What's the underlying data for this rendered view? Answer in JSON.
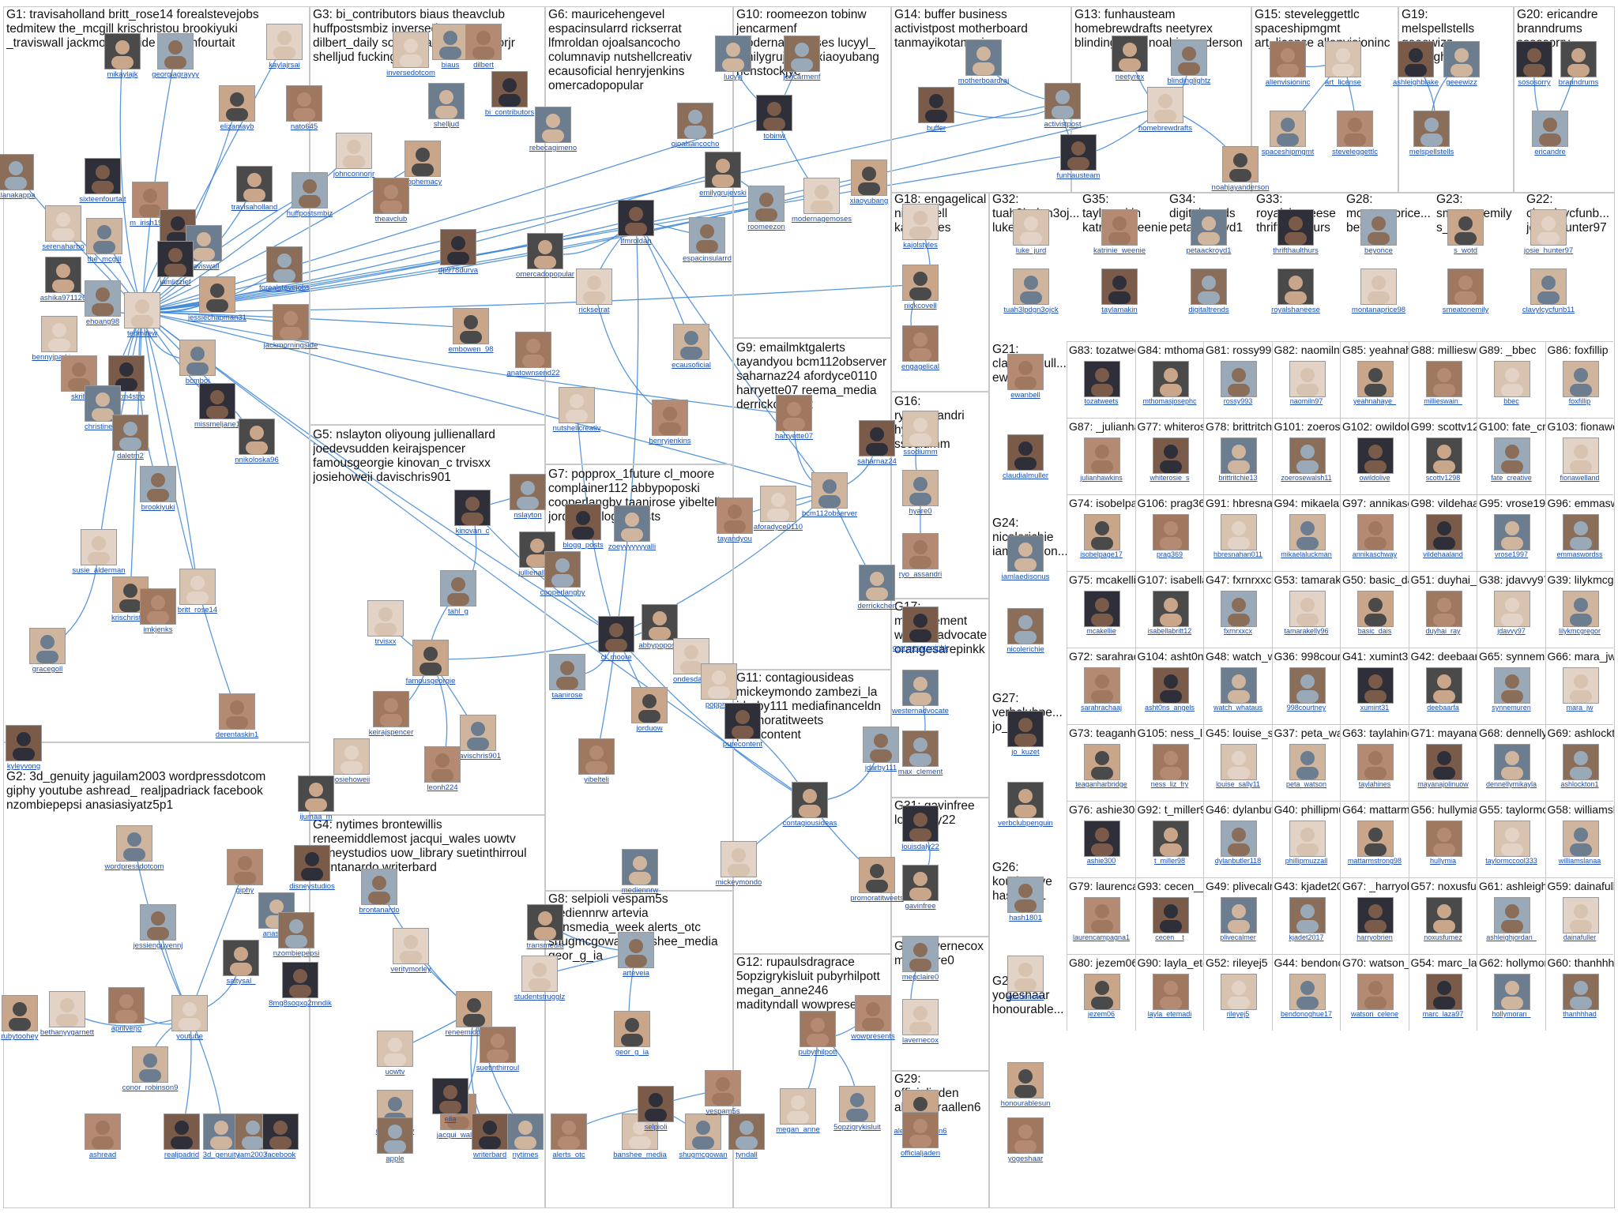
{
  "colors": {
    "edge": "#3d86d6",
    "label": "#1c4fb5",
    "frame": "#c8c8c8",
    "text": "#111111"
  },
  "groups": [
    {
      "id": "G1",
      "title": "G1: travisaholland britt_rose14 forealstevejobs\ntedmitew the_mcgill krischristou brookiyuki\n_traviswall jackmorningside sixteenfourtait"
    },
    {
      "id": "G2",
      "title": "G2: 3d_genuity jaguilam2003 wordpressdotcom\ngiphy youtube ashread_ realjpadriack facebook\nnzombiepepsi anasiasiyatz5p1"
    },
    {
      "id": "G3",
      "title": "G3: bi_contributors biaus theavclub\nhuffpostsmbiz inversedotcom\ndilbert_daily sophemacy johnconnorjr\nshelljud fuckingstine"
    },
    {
      "id": "G4",
      "title": "G4: nytimes brontewillis\nreneemiddlemost jacqui_wales uowtv\ndisneystudios uow_library suetinthirroul\nbrontanardo writerbard"
    },
    {
      "id": "G5",
      "title": "G5: nslayton oliyoung jullienallard\njoedevsudden keirajspencer\nfamousgeorgie kinovan_c trvisxx\njosiehoweii davischris901"
    },
    {
      "id": "G6",
      "title": "G6: mauricehengevel\nespacinsularrd rickserrat\nlfmroldan ojoalsancocho\ncolumnavip nutshellcreativ\necausoficial henryjenkins\nomercadopopular"
    },
    {
      "id": "G7",
      "title": "G7: popprox_1future cl_moore\ncomplainer112 abbypoposki\ncooperlangby taanirose yibeltell\njorduow blogg_posts"
    },
    {
      "id": "G8",
      "title": "G8: selpioli vespam5s\nmediennrw artevia\ntransmedia_week alerts_otc\nshugmcgowan banshee_media\ngeor_g_ia"
    },
    {
      "id": "G9",
      "title": "G9: emailmktgalerts\ntayandyou bcm112observer\nsaharnaz24 afordyce0110\nharryette07 reema_media\nderrickchen12"
    },
    {
      "id": "G10",
      "title": "G10: roomeezon tobinw\njencarmenf\nmodernagemoses lucyyl_\nemilygrujevski xiaoyubang\nhenstockjye"
    },
    {
      "id": "G11",
      "title": "G11: contagiousideas\nmickeymondo zambezi_la\njdarby111 mediafinanceldn\npromoratitweets\npurecontent"
    },
    {
      "id": "G12",
      "title": "G12: rupaulsdragrace\n5opzigrykisluit pubyrhilpott\nmegan_anne246\nmadityndall wowpresents"
    },
    {
      "id": "G13",
      "title": "G13: funhausteam\nhomebrewdrafts neetyrex\nblindinglightz noahjayanderson"
    },
    {
      "id": "G14",
      "title": "G14: buffer business\nactivistpost motherboard\ntanmayikotamraj"
    },
    {
      "id": "G15",
      "title": "G15: steveleggettlc\nspaceshipmgmt\nart_license allenvisioninc"
    },
    {
      "id": "G16",
      "title": "G16:\nryo_assandri\nhyare0\nssodiumm"
    },
    {
      "id": "G17",
      "title": "G17:\nmax_clement\nwesternadvocate\norangesarepinkk"
    },
    {
      "id": "G18",
      "title": "G18: engagelical\nnickcovell\nkajolstyles"
    },
    {
      "id": "G19",
      "title": "G19:\nmelspellstells\ngeeewizz_\nashleightblake"
    },
    {
      "id": "G20",
      "title": "G20: ericandre\nbranndrums\nsososorry"
    },
    {
      "id": "G21",
      "title": "G21:\nclaudialmull...\newanbell"
    },
    {
      "id": "G22",
      "title": "G22:\nclavylcycfunb...\njosie_hunter97"
    },
    {
      "id": "G23",
      "title": "G23:\nsmeatonemily\ns_wotd"
    },
    {
      "id": "G24",
      "title": "G24:\nnicolerichie\niamlaedison..."
    },
    {
      "id": "G25",
      "title": "G25:\nyogeshaar\nhonourable..."
    },
    {
      "id": "G26",
      "title": "G26:\nkoudenove\nhash1801"
    },
    {
      "id": "G27",
      "title": "G27:\nverbclubpe...\njo_kuzet"
    },
    {
      "id": "G28",
      "title": "G28:\nmontanaprice...\nbeyonce"
    },
    {
      "id": "G29",
      "title": "G29:\nofficialjaden\nalexandraallen6"
    },
    {
      "id": "G30",
      "title": "G30: lavernecox\nmegclaire0"
    },
    {
      "id": "G31",
      "title": "G31: gavinfree\nlouisdaly22"
    },
    {
      "id": "G32",
      "title": "G32:\ntuah3lpdgn3oj...\nluke_jurd"
    },
    {
      "id": "G33",
      "title": "G33:\nroyalshaneese\nthrifthaulthurs"
    },
    {
      "id": "G34",
      "title": "G34:\ndigitaltrends\npetaackroyd1"
    },
    {
      "id": "G35",
      "title": "G35:\ntaylamakin\nkatrinie_weenie"
    }
  ],
  "grid_cells": [
    {
      "id": "G83",
      "title": "G83: tozatweets",
      "node": "tozatweets"
    },
    {
      "id": "G84",
      "title": "G84: mthomasj...",
      "node": "mthomasjosephc"
    },
    {
      "id": "G81",
      "title": "G81: rossy993",
      "node": "rossy993"
    },
    {
      "id": "G82",
      "title": "G82: naomiln97",
      "node": "naomiln97"
    },
    {
      "id": "G85",
      "title": "G85: yeahnaha...",
      "node": "yeahnahaye_"
    },
    {
      "id": "G88",
      "title": "G88: millieswai...",
      "node": "millieswain_"
    },
    {
      "id": "G89",
      "title": "G89: _bbec",
      "node": "bbec"
    },
    {
      "id": "G86",
      "title": "G86: foxfillip",
      "node": "foxfillip"
    },
    {
      "id": "G87",
      "title": "G87: _julianhaw...",
      "node": "julianhawkins"
    },
    {
      "id": "G77",
      "title": "G77: whiterosie...",
      "node": "whiterosie_s"
    },
    {
      "id": "G78",
      "title": "G78: brittritchie...",
      "node": "brittritchie13"
    },
    {
      "id": "G101",
      "title": "G101: zoerosew...",
      "node": "zoerosewalsh11"
    },
    {
      "id": "G102",
      "title": "G102: owildolive",
      "node": "owildolive"
    },
    {
      "id": "G99",
      "title": "G99: scottv1298",
      "node": "scottv1298"
    },
    {
      "id": "G100",
      "title": "G100: fate_creati...",
      "node": "fate_creative"
    },
    {
      "id": "G103",
      "title": "G103: fionawella...",
      "node": "fionawelland"
    },
    {
      "id": "G74",
      "title": "G74: isobelpag...",
      "node": "isobelpage17"
    },
    {
      "id": "G106",
      "title": "G106: prag369",
      "node": "prag369"
    },
    {
      "id": "G91",
      "title": "G91: hbresnah...",
      "node": "hbresnahan011"
    },
    {
      "id": "G94",
      "title": "G94: mikaelaluc...",
      "node": "mikaelaluckman"
    },
    {
      "id": "G97",
      "title": "G97: annikasch...",
      "node": "annikaschway"
    },
    {
      "id": "G98",
      "title": "G98: vildehaala...",
      "node": "vildehaaland"
    },
    {
      "id": "G95",
      "title": "G95: vrose1997",
      "node": "vrose1997"
    },
    {
      "id": "G96",
      "title": "G96: emmaswo...",
      "node": "emmaswordss"
    },
    {
      "id": "G75",
      "title": "G75: mcakellie",
      "node": "mcakellie"
    },
    {
      "id": "G107",
      "title": "G107: isabellabri...",
      "node": "isabellabritt12"
    },
    {
      "id": "G47",
      "title": "G47: fxrnrxxcx",
      "node": "fxrnrxxcx"
    },
    {
      "id": "G53",
      "title": "G53: tamarakell...",
      "node": "tamarakelly96"
    },
    {
      "id": "G50",
      "title": "G50: basic_dais",
      "node": "basic_dais"
    },
    {
      "id": "G51",
      "title": "G51: duyhai_ray",
      "node": "duyhai_ray"
    },
    {
      "id": "G38",
      "title": "G38: jdavvy97",
      "node": "jdavvy97"
    },
    {
      "id": "G39",
      "title": "G39: lilykmcgre...",
      "node": "lilykmcgregor"
    },
    {
      "id": "G72",
      "title": "G72: sarahrach...",
      "node": "sarahrachaaj"
    },
    {
      "id": "G104",
      "title": "G104: asht0ns_a...",
      "node": "asht0ns_angels"
    },
    {
      "id": "G48",
      "title": "G48: watch_wh...",
      "node": "watch_whataus"
    },
    {
      "id": "G36",
      "title": "G36: 998courtn...",
      "node": "998courtney"
    },
    {
      "id": "G41",
      "title": "G41: xumint31",
      "node": "xumint31"
    },
    {
      "id": "G42",
      "title": "G42: deebaarfa",
      "node": "deebaarfa"
    },
    {
      "id": "G65",
      "title": "G65: synnemur...",
      "node": "synnemuren"
    },
    {
      "id": "G66",
      "title": "G66: mara_jw",
      "node": "mara_jw"
    },
    {
      "id": "G73",
      "title": "G73: teaganhar...",
      "node": "teaganharbridge"
    },
    {
      "id": "G105",
      "title": "G105: ness_liz_fry",
      "node": "ness_liz_fry"
    },
    {
      "id": "G45",
      "title": "G45: louise_sal...",
      "node": "louise_sally11"
    },
    {
      "id": "G37",
      "title": "G37: peta_wats...",
      "node": "peta_watson"
    },
    {
      "id": "G63",
      "title": "G63: taylahines",
      "node": "taylahines"
    },
    {
      "id": "G71",
      "title": "G71: mayanajol...",
      "node": "mayanajolinuow"
    },
    {
      "id": "G68",
      "title": "G68: dennellymi...",
      "node": "dennellymikayla"
    },
    {
      "id": "G69",
      "title": "G69: ashlockto...",
      "node": "ashlockton1"
    },
    {
      "id": "G76",
      "title": "G76: ashie300",
      "node": "ashie300"
    },
    {
      "id": "G92",
      "title": "G92: t_miller98",
      "node": "t_miller98"
    },
    {
      "id": "G46",
      "title": "G46: dylanbutle...",
      "node": "dylanbutler118"
    },
    {
      "id": "G40",
      "title": "G40: phillipmuz...",
      "node": "phillipmuzzall"
    },
    {
      "id": "G64",
      "title": "G64: mattarmst...",
      "node": "mattarmstrong98"
    },
    {
      "id": "G56",
      "title": "G56: hullymia",
      "node": "hullymia"
    },
    {
      "id": "G55",
      "title": "G55: taylormcc...",
      "node": "taylormccool333"
    },
    {
      "id": "G58",
      "title": "G58: williamsla...",
      "node": "williamslanaa"
    },
    {
      "id": "G79",
      "title": "G79: laurencam...",
      "node": "laurencampagna1"
    },
    {
      "id": "G93",
      "title": "G93: cecen__t",
      "node": "cecen__t"
    },
    {
      "id": "G49",
      "title": "G49: plivecalmer",
      "node": "plivecalmer"
    },
    {
      "id": "G43",
      "title": "G43: kjadet2017",
      "node": "kjadet2017"
    },
    {
      "id": "G67",
      "title": "G67: _harryobri...",
      "node": "harryobrien"
    },
    {
      "id": "G57",
      "title": "G57: noxusfum...",
      "node": "noxusfumez"
    },
    {
      "id": "G61",
      "title": "G61: ashleighjo...",
      "node": "ashleighjordan_"
    },
    {
      "id": "G59",
      "title": "G59: dainafuller",
      "node": "dainafuller"
    },
    {
      "id": "G80",
      "title": "G80: jezem06",
      "node": "jezem06"
    },
    {
      "id": "G90",
      "title": "G90: layla_ete...",
      "node": "layla_etemadi"
    },
    {
      "id": "G52",
      "title": "G52: rileyej5",
      "node": "rileyej5"
    },
    {
      "id": "G44",
      "title": "G44: bendonog...",
      "node": "bendonoghue17"
    },
    {
      "id": "G70",
      "title": "G70: watson_c...",
      "node": "watson_celene"
    },
    {
      "id": "G54",
      "title": "G54: marc_laza...",
      "node": "marc_laza97"
    },
    {
      "id": "G62",
      "title": "G62: hollymora...",
      "node": "hollymoran_"
    },
    {
      "id": "G60",
      "title": "G60: thanhhhad",
      "node": "thanhhhad"
    }
  ],
  "nodes": [
    "mikaylajk",
    "georgiagrayyy",
    "kaylajrsai",
    "elizamayb",
    "nato645",
    "inversedotcom",
    "biaus",
    "dilbert",
    "bi_contributors",
    "shelljud",
    "alanakappa",
    "sixteenfourtait",
    "travisaholland",
    "huffpostsmbiz",
    "johnconnorjr",
    "sophemacy",
    "theavclub",
    "serenaharbo",
    "the_mcgill",
    "m_irish1997",
    "megge",
    "traviswall",
    "forealstevejobs",
    "iamlizzief",
    "ashika971126",
    "ehoang98",
    "tedmitew",
    "jessiechapman31",
    "jackmorningside",
    "bennyjparkinson",
    "bcmboi",
    "skrib",
    "alexm4stro",
    "christineed",
    "daletm2",
    "missmeljane1",
    "nnikoloska96",
    "brookiyuki",
    "susie_alderman",
    "krischristou",
    "imkjenks",
    "britt_rose14",
    "gracegoll",
    "derentaskin1",
    "kyleyvong",
    "rebecagimeno",
    "ojoalsancocho",
    "lfmroldan",
    "omercadopopular",
    "espacinsularrd",
    "rickserrat",
    "embowen_98",
    "anatownsend22",
    "nutshellcreativ",
    "ecausoficial",
    "henryjenkins",
    "dp978durva",
    "lucyyl",
    "jencarmenf",
    "tobinw",
    "emilygrujevski",
    "roomeezon",
    "modernagemoses",
    "xiaoyubang",
    "harryette07",
    "aforadyce0110",
    "bcm112observer",
    "tayandyou",
    "saharnaz24",
    "derrickchen",
    "nslayton",
    "kinovan_c",
    "jullienallard",
    "tahl_g",
    "trvisxx",
    "famousgeorgie",
    "keirajspencer",
    "josiehoweii",
    "davischris901",
    "leonh224",
    "blogg_posts",
    "zoeyyyyyyyalli",
    "cooperlangby",
    "cl_moore",
    "abbypoposki",
    "taanirose",
    "ondesdays",
    "jorduow",
    "yibelteli",
    "popprox",
    "wordpressdotcom",
    "giphy",
    "disneystudios",
    "anasiasi",
    "nzombiepepsi",
    "8mg8soqxq2mndik",
    "saltysal_",
    "jessienguyennj",
    "bethanyygarnett",
    "rubytoohey",
    "aprilverjo",
    "youtube",
    "conor_robinson9",
    "ashread",
    "realjpadrid",
    "3d_genuity",
    "jam2003",
    "facebook",
    "ijumaa_m",
    "brontanardo",
    "veritymorley",
    "reneemiddlemost",
    "suetinthirroul",
    "uowtv",
    "uow_library",
    "jacqui_wales",
    "writerbard",
    "nytimes",
    "apple",
    "ella",
    "transmedia",
    "arteveia",
    "studentstrugglz",
    "geor_g_ia",
    "alerts_otc",
    "banshee_media",
    "shugmcgowan",
    "vespam5s",
    "selpioli",
    "mediennrw",
    "tyndall",
    "purecontent",
    "contagiousideas",
    "jdarby111",
    "mickeymondo",
    "promoratitweets",
    "pubyrhilpott",
    "megan_anne",
    "5opzigrykisluit",
    "wowpresents",
    "buffer",
    "motherboardraj",
    "activistpost",
    "funhausteam",
    "neetyrex",
    "blindinglightz",
    "homebrewdrafts",
    "noahjayanderson",
    "allenvisioninc",
    "art_license",
    "spaceshipmgmt",
    "steveleggettlc",
    "ashleighblake",
    "geeewizz",
    "melspellstells",
    "sososorry",
    "branndrums",
    "ericandre",
    "kajolstyles",
    "nickcovell",
    "engagelical",
    "ssodiumm",
    "hyare0",
    "ryo_assandri",
    "orangesarepinkk",
    "westernadvocate",
    "max_clement",
    "louisdaly22",
    "gavinfree",
    "megclaire0",
    "lavernecox",
    "alexandraallen6",
    "officialjaden",
    "luke_jurd",
    "tuah3lpdgn3ojck",
    "katrinie_weenie",
    "taylamakin",
    "petaackroyd1",
    "digitaltrends",
    "thrifthaulthurs",
    "royalshaneese",
    "beyonce",
    "montanaprice98",
    "s_wotd",
    "smeatonemily",
    "josie_hunter97",
    "clavylcycfunb11",
    "ewanbell",
    "claudialmuller",
    "iamlaedisonus",
    "nicolerichie",
    "jo_kuzet",
    "verbclubpenguin",
    "hash1801",
    "koudenove",
    "honourablesun",
    "yogeshaar"
  ]
}
